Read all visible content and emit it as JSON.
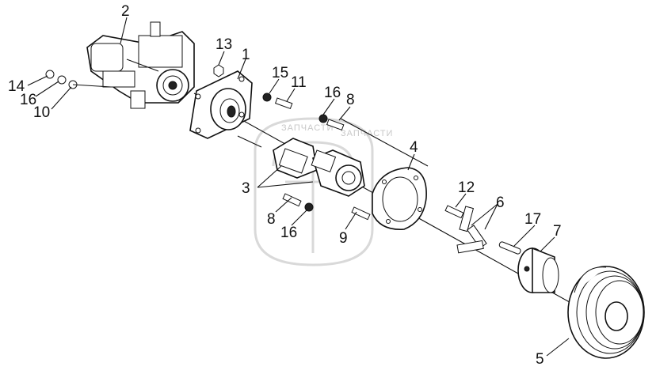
{
  "watermark": {
    "left_text": "ЗАПЧАСТИ",
    "right_text": "ЗАПЧАСТИ"
  },
  "callouts": [
    {
      "id": "c1",
      "label": "1"
    },
    {
      "id": "c2",
      "label": "2"
    },
    {
      "id": "c3",
      "label": "3"
    },
    {
      "id": "c4",
      "label": "4"
    },
    {
      "id": "c5",
      "label": "5"
    },
    {
      "id": "c6",
      "label": "6"
    },
    {
      "id": "c7",
      "label": "7"
    },
    {
      "id": "c8a",
      "label": "8"
    },
    {
      "id": "c8b",
      "label": "8"
    },
    {
      "id": "c9",
      "label": "9"
    },
    {
      "id": "c10",
      "label": "10"
    },
    {
      "id": "c11",
      "label": "11"
    },
    {
      "id": "c12",
      "label": "12"
    },
    {
      "id": "c13",
      "label": "13"
    },
    {
      "id": "c14",
      "label": "14"
    },
    {
      "id": "c15",
      "label": "15"
    },
    {
      "id": "c16a",
      "label": "16"
    },
    {
      "id": "c16b",
      "label": "16"
    },
    {
      "id": "c16c",
      "label": "16"
    },
    {
      "id": "c17",
      "label": "17"
    }
  ]
}
